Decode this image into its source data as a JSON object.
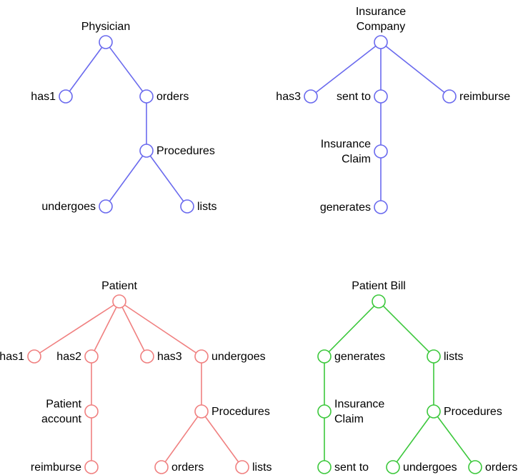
{
  "colors": {
    "blue": "#6a6aee",
    "red": "#f08080",
    "green": "#3cc83c"
  },
  "trees": [
    {
      "id": "physician",
      "color": "blue",
      "nodes": [
        {
          "id": "root",
          "label": "Physician",
          "parent": null
        },
        {
          "id": "has1",
          "label": "has1",
          "parent": "root"
        },
        {
          "id": "orders",
          "label": "orders",
          "parent": "root"
        },
        {
          "id": "procedures",
          "label": "Procedures",
          "parent": "orders"
        },
        {
          "id": "undergoes",
          "label": "undergoes",
          "parent": "procedures"
        },
        {
          "id": "lists",
          "label": "lists",
          "parent": "procedures"
        }
      ]
    },
    {
      "id": "insurance-company",
      "color": "blue",
      "nodes": [
        {
          "id": "root",
          "label": "Insurance\nCompany",
          "parent": null
        },
        {
          "id": "has3",
          "label": "has3",
          "parent": "root"
        },
        {
          "id": "sent_to",
          "label": "sent to",
          "parent": "root"
        },
        {
          "id": "reimburse",
          "label": "reimburse",
          "parent": "root"
        },
        {
          "id": "claim",
          "label": "Insurance\nClaim",
          "parent": "sent_to"
        },
        {
          "id": "generates",
          "label": "generates",
          "parent": "claim"
        }
      ]
    },
    {
      "id": "patient",
      "color": "red",
      "nodes": [
        {
          "id": "root",
          "label": "Patient",
          "parent": null
        },
        {
          "id": "has1",
          "label": "has1",
          "parent": "root"
        },
        {
          "id": "has2",
          "label": "has2",
          "parent": "root"
        },
        {
          "id": "has3",
          "label": "has3",
          "parent": "root"
        },
        {
          "id": "undergoes",
          "label": "undergoes",
          "parent": "root"
        },
        {
          "id": "account",
          "label": "Patient\naccount",
          "parent": "has2"
        },
        {
          "id": "reimburse",
          "label": "reimburse",
          "parent": "account"
        },
        {
          "id": "procedures",
          "label": "Procedures",
          "parent": "undergoes"
        },
        {
          "id": "orders",
          "label": "orders",
          "parent": "procedures"
        },
        {
          "id": "lists",
          "label": "lists",
          "parent": "procedures"
        }
      ]
    },
    {
      "id": "patient-bill",
      "color": "green",
      "nodes": [
        {
          "id": "root",
          "label": "Patient Bill",
          "parent": null
        },
        {
          "id": "generates",
          "label": "generates",
          "parent": "root"
        },
        {
          "id": "lists",
          "label": "lists",
          "parent": "root"
        },
        {
          "id": "claim",
          "label": "Insurance\nClaim",
          "parent": "generates"
        },
        {
          "id": "sent_to",
          "label": "sent to",
          "parent": "claim"
        },
        {
          "id": "procedures",
          "label": "Procedures",
          "parent": "lists"
        },
        {
          "id": "undergoes",
          "label": "undergoes",
          "parent": "procedures"
        },
        {
          "id": "orders",
          "label": "orders",
          "parent": "procedures"
        }
      ]
    }
  ]
}
